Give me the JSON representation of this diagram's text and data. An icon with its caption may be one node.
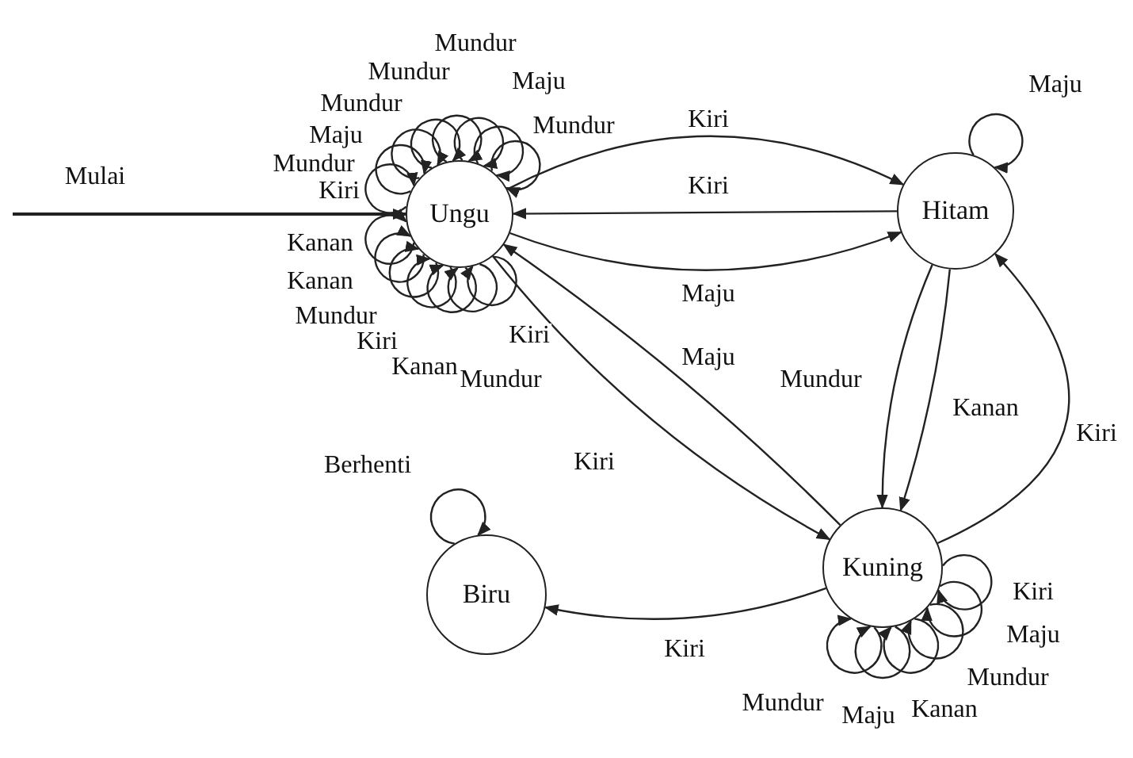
{
  "diagram": {
    "nodes": [
      {
        "text": [
          "Ungu"
        ]
      },
      {
        "text": [
          "Hitam"
        ]
      },
      {
        "text": [
          "Kuning"
        ]
      },
      {
        "text": [
          "Biru"
        ]
      }
    ],
    "edges": [
      {
        "from": null,
        "to": 0,
        "arrow": "to",
        "label": "Mulai"
      },
      {
        "from": 0,
        "to": 0,
        "arrow": "to",
        "label": "Mundur"
      },
      {
        "from": 0,
        "to": 0,
        "arrow": "to",
        "label": "Maju"
      },
      {
        "from": 0,
        "to": 0,
        "arrow": "to",
        "label": "Mundur"
      },
      {
        "from": 0,
        "to": 0,
        "arrow": "to",
        "label": "Mundur"
      },
      {
        "from": 0,
        "to": 0,
        "arrow": "to",
        "label": "Mundur"
      },
      {
        "from": 0,
        "to": 0,
        "arrow": "to",
        "label": "Maju"
      },
      {
        "from": 0,
        "to": 0,
        "arrow": "to",
        "label": "Mundur"
      },
      {
        "from": 0,
        "to": 0,
        "arrow": "to",
        "label": "Kiri"
      },
      {
        "from": 0,
        "to": 0,
        "arrow": "to",
        "label": "Kanan"
      },
      {
        "from": 0,
        "to": 0,
        "arrow": "to",
        "label": "Kanan"
      },
      {
        "from": 0,
        "to": 0,
        "arrow": "to",
        "label": "Mundur"
      },
      {
        "from": 0,
        "to": 0,
        "arrow": "to",
        "label": "Kiri"
      },
      {
        "from": 0,
        "to": 0,
        "arrow": "to",
        "label": "Kanan"
      },
      {
        "from": 0,
        "to": 0,
        "arrow": "to",
        "label": "Mundur"
      },
      {
        "from": 0,
        "to": 0,
        "arrow": "to",
        "label": "Kiri"
      },
      {
        "from": 0,
        "to": 1,
        "arrow": "to",
        "label": "Kiri"
      },
      {
        "from": 1,
        "to": 0,
        "arrow": "to",
        "label": "Kiri"
      },
      {
        "from": 0,
        "to": 1,
        "arrow": "to",
        "label": "Maju"
      },
      {
        "from": 1,
        "to": 1,
        "arrow": "to",
        "label": "Maju"
      },
      {
        "from": 1,
        "to": 2,
        "arrow": "to",
        "label": "Mundur"
      },
      {
        "from": 1,
        "to": 2,
        "arrow": "to",
        "label": "Kanan"
      },
      {
        "from": 2,
        "to": 1,
        "arrow": "to",
        "label": "Kiri"
      },
      {
        "from": 2,
        "to": 0,
        "arrow": "to",
        "label": "Maju"
      },
      {
        "from": 0,
        "to": 2,
        "arrow": "to",
        "label": "Kiri"
      },
      {
        "from": 2,
        "to": 2,
        "arrow": "to",
        "label": "Mundur"
      },
      {
        "from": 2,
        "to": 2,
        "arrow": "to",
        "label": "Maju"
      },
      {
        "from": 2,
        "to": 2,
        "arrow": "to",
        "label": "Kanan"
      },
      {
        "from": 2,
        "to": 2,
        "arrow": "to",
        "label": "Mundur"
      },
      {
        "from": 2,
        "to": 2,
        "arrow": "to",
        "label": "Maju"
      },
      {
        "from": 2,
        "to": 2,
        "arrow": "to",
        "label": "Kiri"
      },
      {
        "from": 2,
        "to": 3,
        "arrow": "to",
        "label": "Kiri"
      },
      {
        "from": 3,
        "to": 3,
        "arrow": "to",
        "label": "Berhenti"
      }
    ]
  }
}
